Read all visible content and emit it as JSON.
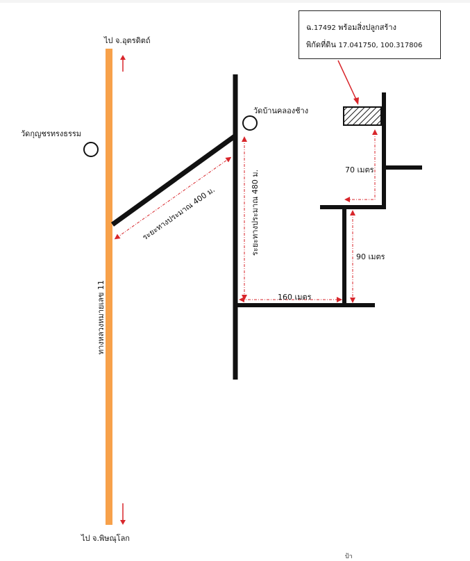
{
  "callout": {
    "line1_prefix": "ฉ.",
    "line1_number": "17492",
    "line1_suffix": " พร้อมสิ่งปลูกสร้าง",
    "line2_prefix": "พิกัดที่ดิน ",
    "line2_coords": "17.041750, 100.317806"
  },
  "labels": {
    "to_uttaradit": "ไป จ.อุตรดิตถ์",
    "to_phitsanulok": "ไป จ.พิษณุโลก",
    "wat_left": "วัดกุญชรทรงธรรม",
    "wat_right": "วัดบ้านคลองช้าง",
    "highway": "ทางหลวงหมายเลข 11",
    "diag_distance": "ระยะทางประมาณ 400 ม.",
    "vert_distance": "ระยะทางประมาณ 480 ม.",
    "dist_70": "70 เมตร",
    "dist_90": "90 เมตร",
    "dist_160": "160 เมตร"
  },
  "colors": {
    "highway": "#f7a14a",
    "road": "#111111",
    "arrow_red": "#d8262b",
    "dim_red": "#d8262b"
  },
  "icons": {
    "temple_marker": "circle-outline",
    "land_plot": "hatched-rectangle",
    "direction": "red-arrow"
  },
  "footer": {
    "fragment": "ป้า"
  }
}
